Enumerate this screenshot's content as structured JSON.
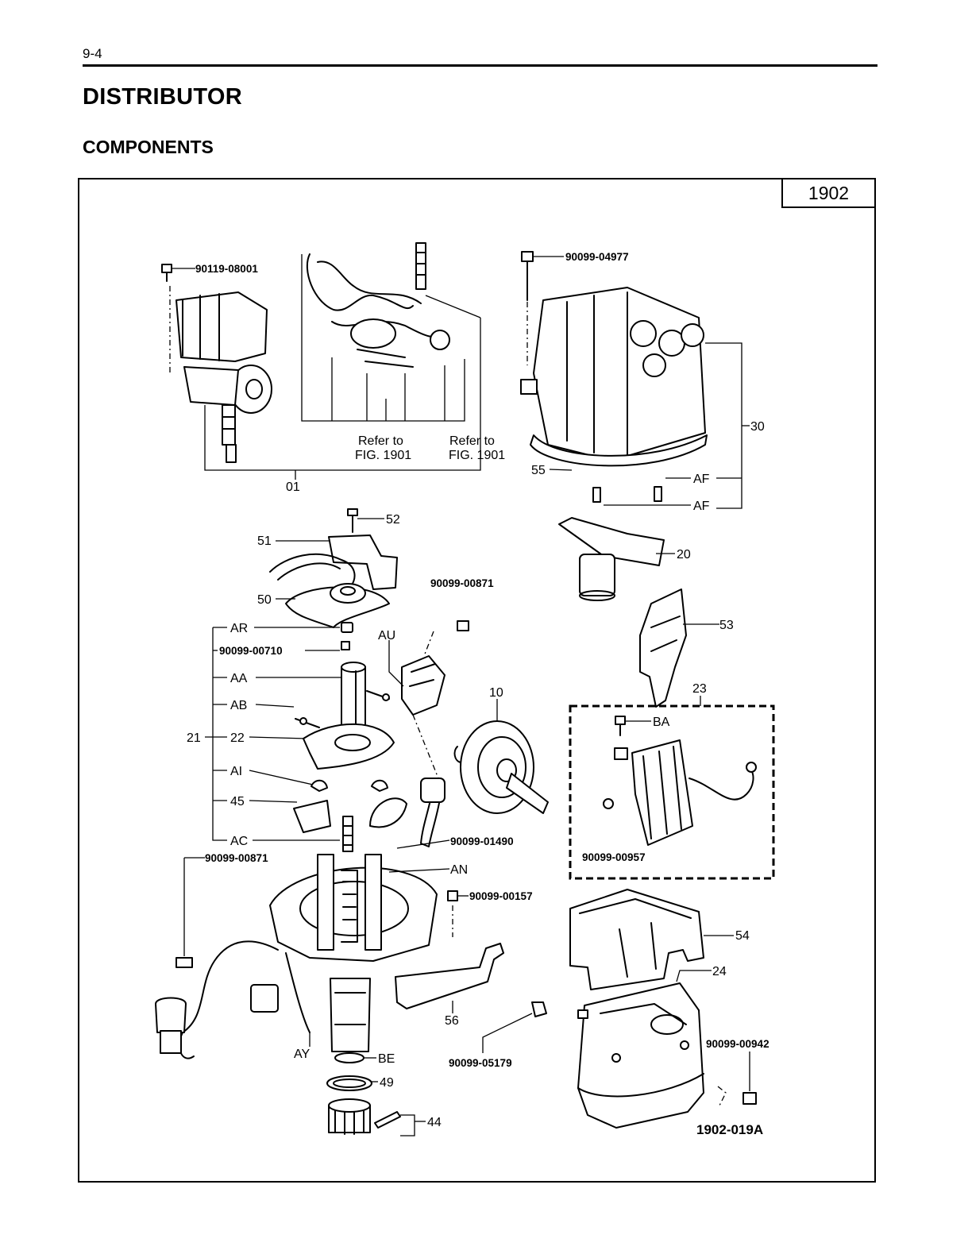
{
  "page": {
    "number": "9-4",
    "title": "DISTRIBUTOR",
    "subtitle": "COMPONENTS"
  },
  "figure": {
    "number": "1902",
    "code": "1902-019A",
    "refer_line1": "Refer to",
    "refer_line2": "FIG. 1901"
  },
  "labels": {
    "l01": "01",
    "l10": "10",
    "l20": "20",
    "l21": "21",
    "l22": "22",
    "l23": "23",
    "l24": "24",
    "l30": "30",
    "l44": "44",
    "l45": "45",
    "l49": "49",
    "l50": "50",
    "l51": "51",
    "l52": "52",
    "l53": "53",
    "l54": "54",
    "l55": "55",
    "l56": "56",
    "AA": "AA",
    "AB": "AB",
    "AC": "AC",
    "AF": "AF",
    "AI": "AI",
    "AN": "AN",
    "AR": "AR",
    "AU": "AU",
    "AY": "AY",
    "BA": "BA",
    "BE": "BE"
  },
  "part_numbers": {
    "p08001": "90119-08001",
    "p04977": "90099-04977",
    "p00871": "90099-00871",
    "p00710": "90099-00710",
    "p01490": "90099-01490",
    "p00157": "90099-00157",
    "p00957": "90099-00957",
    "p05179": "90099-05179",
    "p00942": "90099-00942"
  }
}
